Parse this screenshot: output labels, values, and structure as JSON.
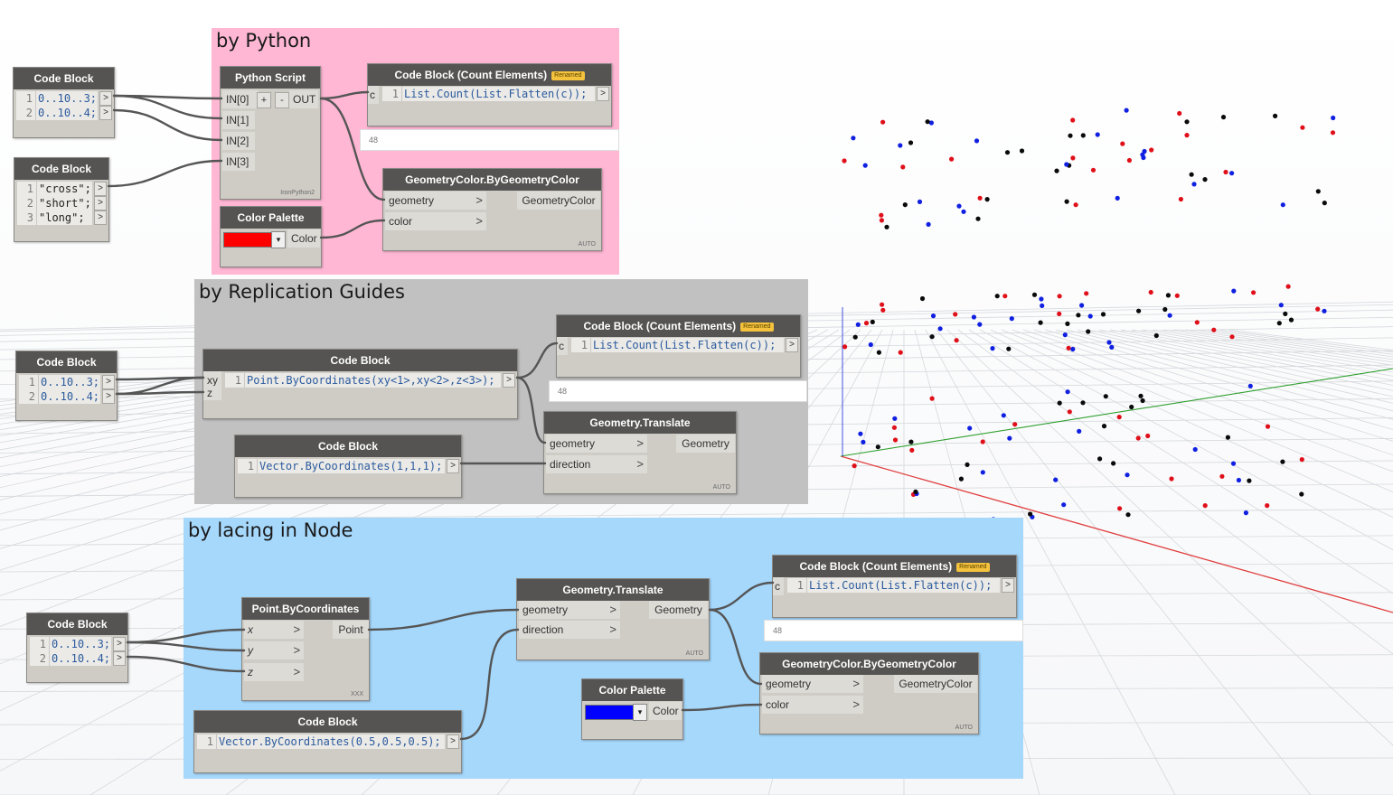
{
  "groups": {
    "python": {
      "title": "by Python",
      "color": "#ffb7d4"
    },
    "replication": {
      "title": "by Replication Guides",
      "color": "#c1c1c1"
    },
    "lacing": {
      "title": "by lacing in Node",
      "color": "#a6d8fc"
    }
  },
  "common": {
    "code_block_title": "Code Block",
    "count_title": "Code Block (Count Elements)",
    "renamed_badge": "Renamed",
    "count_code": "List.Count(List.Flatten(c));",
    "count_input": "c",
    "preview_value": "48",
    "auto_label": "AUTO",
    "out_arrow": ">",
    "chevron": ">",
    "range_x": "0..10..3;",
    "range_y": "0..10..4;",
    "line1": "1",
    "line2": "2",
    "line3": "3",
    "geometry_port": "geometry",
    "direction_port": "direction",
    "color_port": "color",
    "geometry_out": "Geometry",
    "geometrycolor_out": "GeometryColor",
    "color_out": "Color",
    "color_palette_title": "Color Palette",
    "geometrycolor_title": "GeometryColor.ByGeometryColor",
    "translate_title": "Geometry.Translate",
    "dropdown_arrow": "▾"
  },
  "python_group": {
    "strings": [
      "\"cross\";",
      "\"short\";",
      "\"long\";"
    ],
    "script_title": "Python Script",
    "inputs": [
      "IN[0]",
      "IN[1]",
      "IN[2]",
      "IN[3]"
    ],
    "plus": "+",
    "minus": "-",
    "output": "OUT",
    "engine": "IronPython2",
    "palette_color": "#ff0000"
  },
  "replication_group": {
    "point_code": "Point.ByCoordinates(xy<1>,xy<2>,z<3>);",
    "inputs": [
      "xy",
      "z"
    ],
    "vector_code": "Vector.ByCoordinates(1,1,1);"
  },
  "lacing_group": {
    "point_title": "Point.ByCoordinates",
    "inputs": [
      "x",
      "y",
      "z"
    ],
    "point_out": "Point",
    "lacing_label": "XXX",
    "vector_code": "Vector.ByCoordinates(0.5,0.5,0.5);",
    "palette_color": "#0000ff"
  },
  "colors": {
    "red_point": "#e0101a",
    "blue_point": "#1020e0",
    "black_point": "#0a0a0a",
    "x_axis": "#e04040",
    "y_axis": "#30a030",
    "z_axis": "#4050e0",
    "wire": "#555555"
  }
}
